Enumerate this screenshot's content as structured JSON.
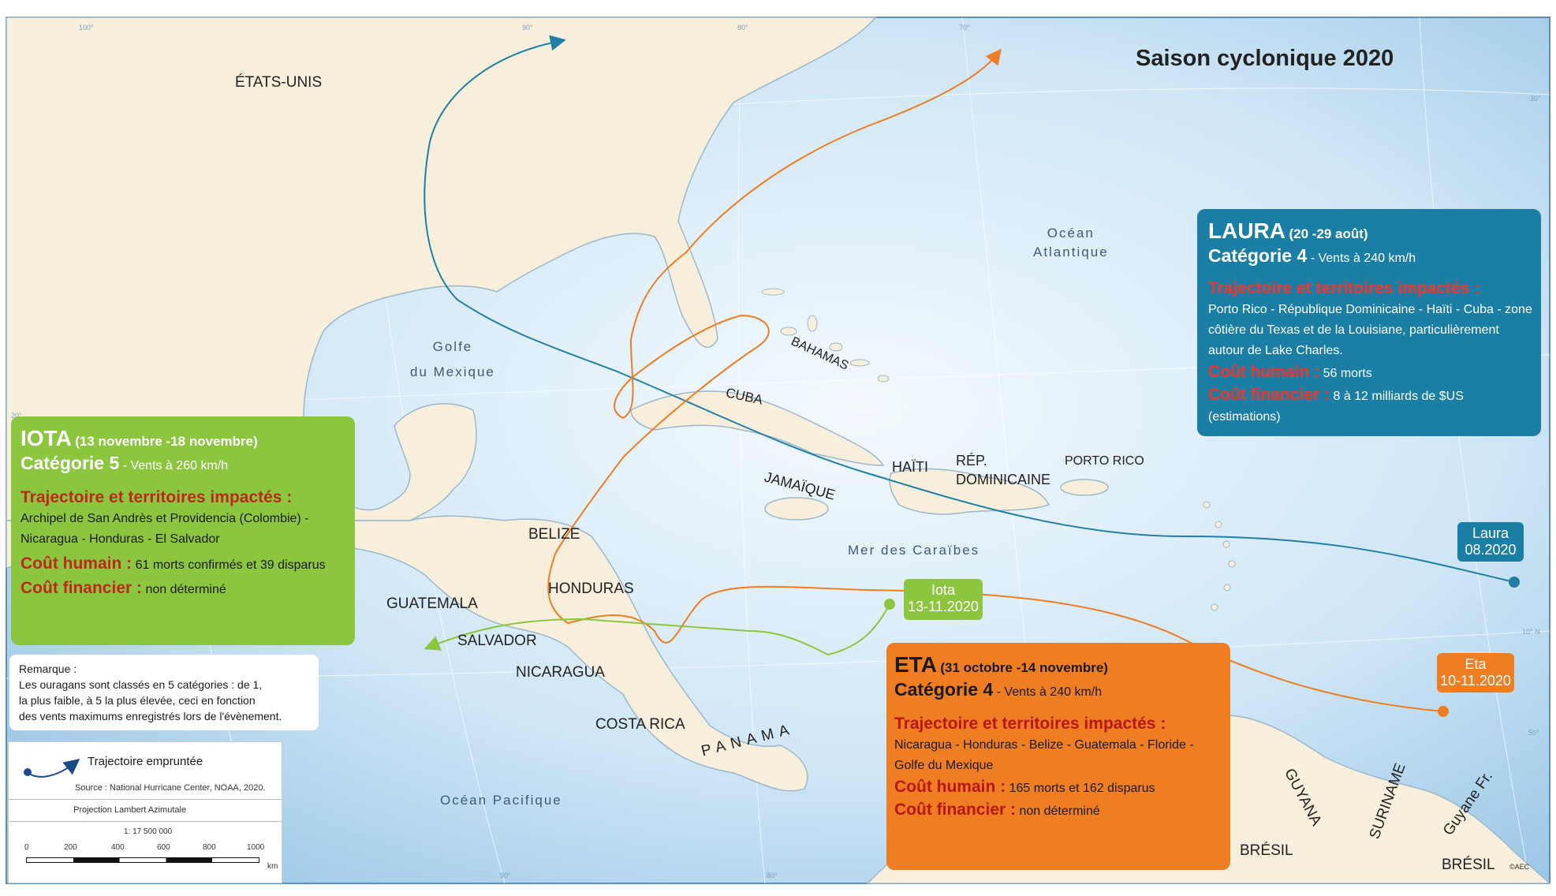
{
  "map": {
    "title": "Saison cyclonique 2020",
    "seas": [
      {
        "id": "atlantic",
        "lines": [
          "Océan",
          "Atlantique"
        ]
      },
      {
        "id": "gulf",
        "lines": [
          "Golfe",
          "du Mexique"
        ]
      },
      {
        "id": "caribbean",
        "lines": [
          "Mer des  Caraïbes"
        ]
      },
      {
        "id": "pacific",
        "lines": [
          "Océan Pacifique"
        ]
      }
    ],
    "countries": {
      "usa": "ÉTATS-UNIS",
      "bahamas": "BAHAMAS",
      "cuba": "CUBA",
      "jamaica": "JAMAÏQUE",
      "haiti": "HAÏTI",
      "rep_dom_1": "RÉP.",
      "rep_dom_2": "DOMINICAINE",
      "puerto_rico": "PORTO RICO",
      "belize": "BELIZE",
      "guatemala": "GUATEMALA",
      "honduras": "HONDURAS",
      "salvador": "SALVADOR",
      "nicaragua": "NICARAGUA",
      "costa_rica": "COSTA RICA",
      "panama": "PANAMA",
      "guyana": "GUYANA",
      "suriname": "SURINAME",
      "guyane": "Guyane Fr.",
      "bresil_1": "BRÉSIL",
      "bresil_2": "BRÉSIL"
    },
    "track_tags": {
      "laura": {
        "name": "Laura",
        "date": "08.2020"
      },
      "iota": {
        "name": "Iota",
        "date": "13-11.2020"
      },
      "eta": {
        "name": "Eta",
        "date": "10-11.2020"
      }
    },
    "colors": {
      "laura": "#1f7fa6",
      "iota": "#8cc63f",
      "eta": "#ef7d22",
      "sea": "#c8e3f5",
      "land": "#f7efdc"
    }
  },
  "storms": {
    "iota": {
      "name": "IOTA",
      "dates": "(13 novembre -18 novembre)",
      "category": "Catégorie 5",
      "winds": " - Vents à 260 km/h",
      "traj_title": "Trajectoire et territoires impactés :",
      "territories": "Archipel de San Andrès et Providencia (Colombie) - Nicaragua - Honduras - El Salvador",
      "human_label": "Coût humain :",
      "human": "61 morts confirmés et 39 disparus",
      "fin_label": "Coût financier :",
      "fin": "non déterminé"
    },
    "laura": {
      "name": "LAURA",
      "dates": "(20 -29 août)",
      "category": "Catégorie 4",
      "winds": " - Vents à 240 km/h",
      "traj_title": "Trajectoire et territoires impactés :",
      "territories": "Porto Rico - République Dominicaine - Haïti - Cuba - zone côtière du Texas et de la Louisiane, particulièrement autour de Lake Charles.",
      "human_label": "Coût humain :",
      "human": "56 morts",
      "fin_label": "Coût financier :",
      "fin": "8 à 12 milliards de $US (estimations)"
    },
    "eta": {
      "name": "ETA",
      "dates": "(31 octobre -14 novembre)",
      "category": "Catégorie 4",
      "winds": " - Vents à 240 km/h",
      "traj_title": "Trajectoire et territoires impactés :",
      "territories": "Nicaragua - Honduras - Belize - Guatemala - Floride - Golfe du Mexique",
      "human_label": "Coût humain :",
      "human": "165 morts et 162 disparus",
      "fin_label": "Coût financier :",
      "fin": "non déterminé"
    }
  },
  "remark": {
    "title": "Remarque :",
    "lines": [
      "Les ouragans sont classés en 5 catégories : de 1,",
      "la plus faible, à 5 la plus élevée, ceci  en fonction",
      "des vents maximums enregistrés lors de l'évènement."
    ]
  },
  "legend": {
    "arrow_label": "Trajectoire empruntée",
    "source": "Source : National Hurricane Center, NOAA, 2020.",
    "projection": "Projection Lambert Azimutale",
    "scale": "1: 17 500 000",
    "ticks": [
      "0",
      "200",
      "400",
      "600",
      "800",
      "1000"
    ],
    "unit": "km"
  },
  "graticule": [
    "100°",
    "90°",
    "80°",
    "70°",
    "30°",
    "20°",
    "10° N",
    "50°",
    "90°",
    "80°"
  ],
  "credit": "©AEC"
}
